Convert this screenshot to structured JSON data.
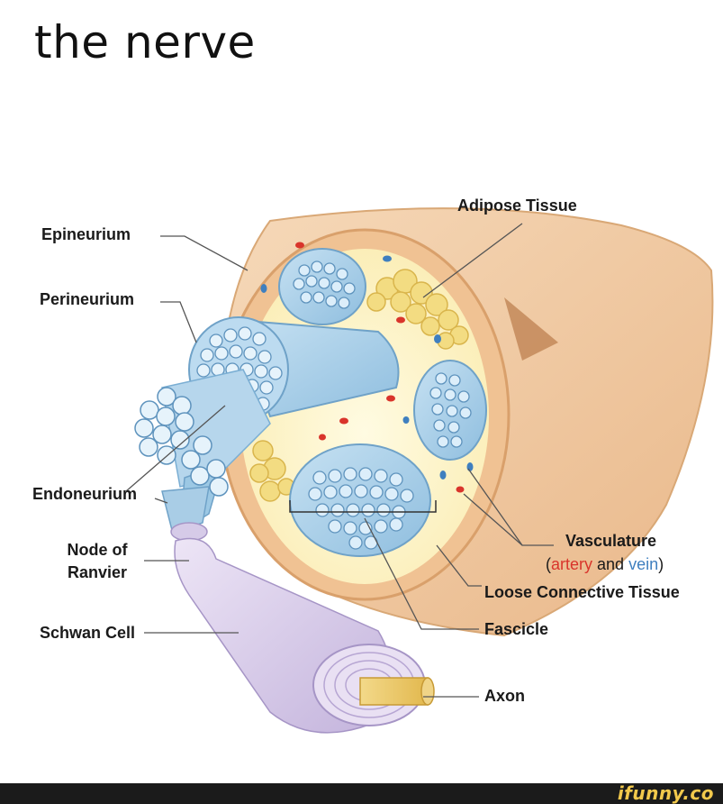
{
  "title": "the nerve",
  "labels": {
    "adipose": "Adipose Tissue",
    "epineurium": "Epineurium",
    "perineurium": "Perineurium",
    "endoneurium": "Endoneurium",
    "node_line1": "Node of",
    "node_line2": "Ranvier",
    "schwan": "Schwan Cell",
    "vasculature": "Vasculature",
    "vasc_open": "(",
    "artery": "artery",
    "vasc_and": " and ",
    "vein": "vein",
    "vasc_close": ")",
    "loose": "Loose Connective Tissue",
    "fascicle": "Fascicle",
    "axon": "Axon"
  },
  "watermark": "ifunny.co",
  "colors": {
    "nerve_outer": "#f1c9a2",
    "nerve_inner": "#fdf6d2",
    "fascicle": "#a9cde6",
    "adipose": "#f4e08c",
    "artery": "#d9342b",
    "vein": "#3f7fbf",
    "myelin": "#d9cdea"
  }
}
